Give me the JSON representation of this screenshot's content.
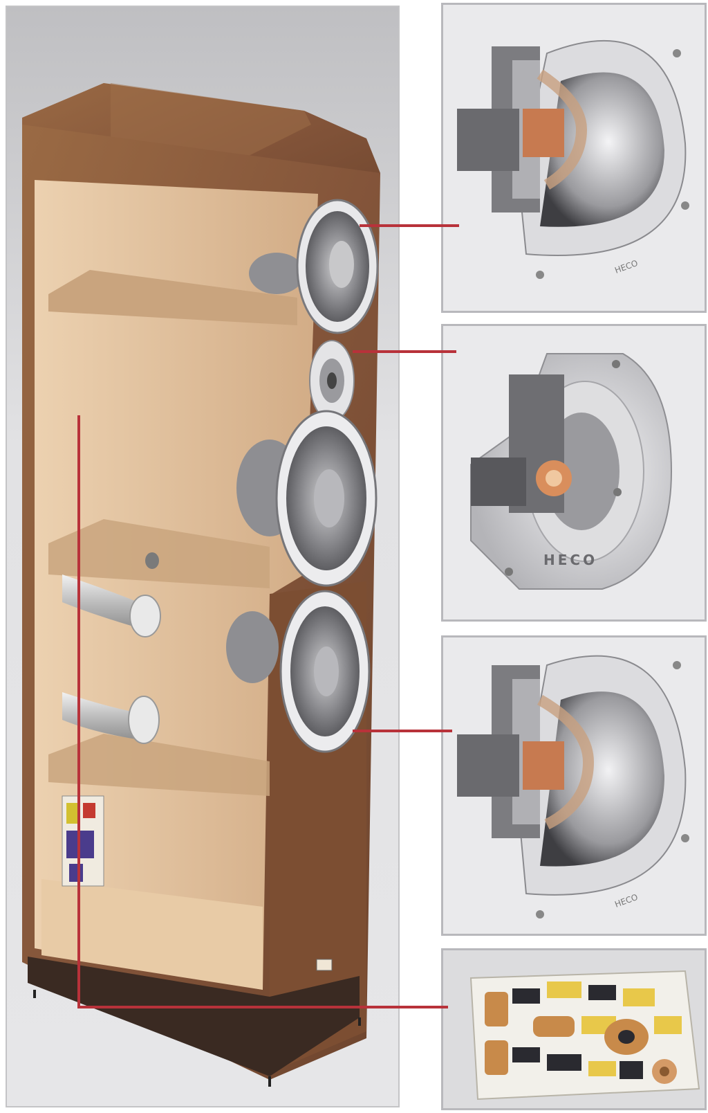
{
  "brand_markings": {
    "woofer_brand": "HECO",
    "tweeter_brand": "HECO",
    "lower_woofer_brand": "HECO"
  },
  "colors": {
    "leader_line": "#b8323a",
    "wood": "#8a5a38",
    "interior": "#ddb993",
    "background": "#d2d2d4",
    "panel_border": "#b8b8bc"
  },
  "callouts": [
    {
      "id": "upper-midrange-driver",
      "target_panel": "panel-1"
    },
    {
      "id": "tweeter",
      "target_panel": "panel-2"
    },
    {
      "id": "lower-woofer",
      "target_panel": "panel-3"
    },
    {
      "id": "crossover-network",
      "target_panel": "panel-4"
    }
  ]
}
